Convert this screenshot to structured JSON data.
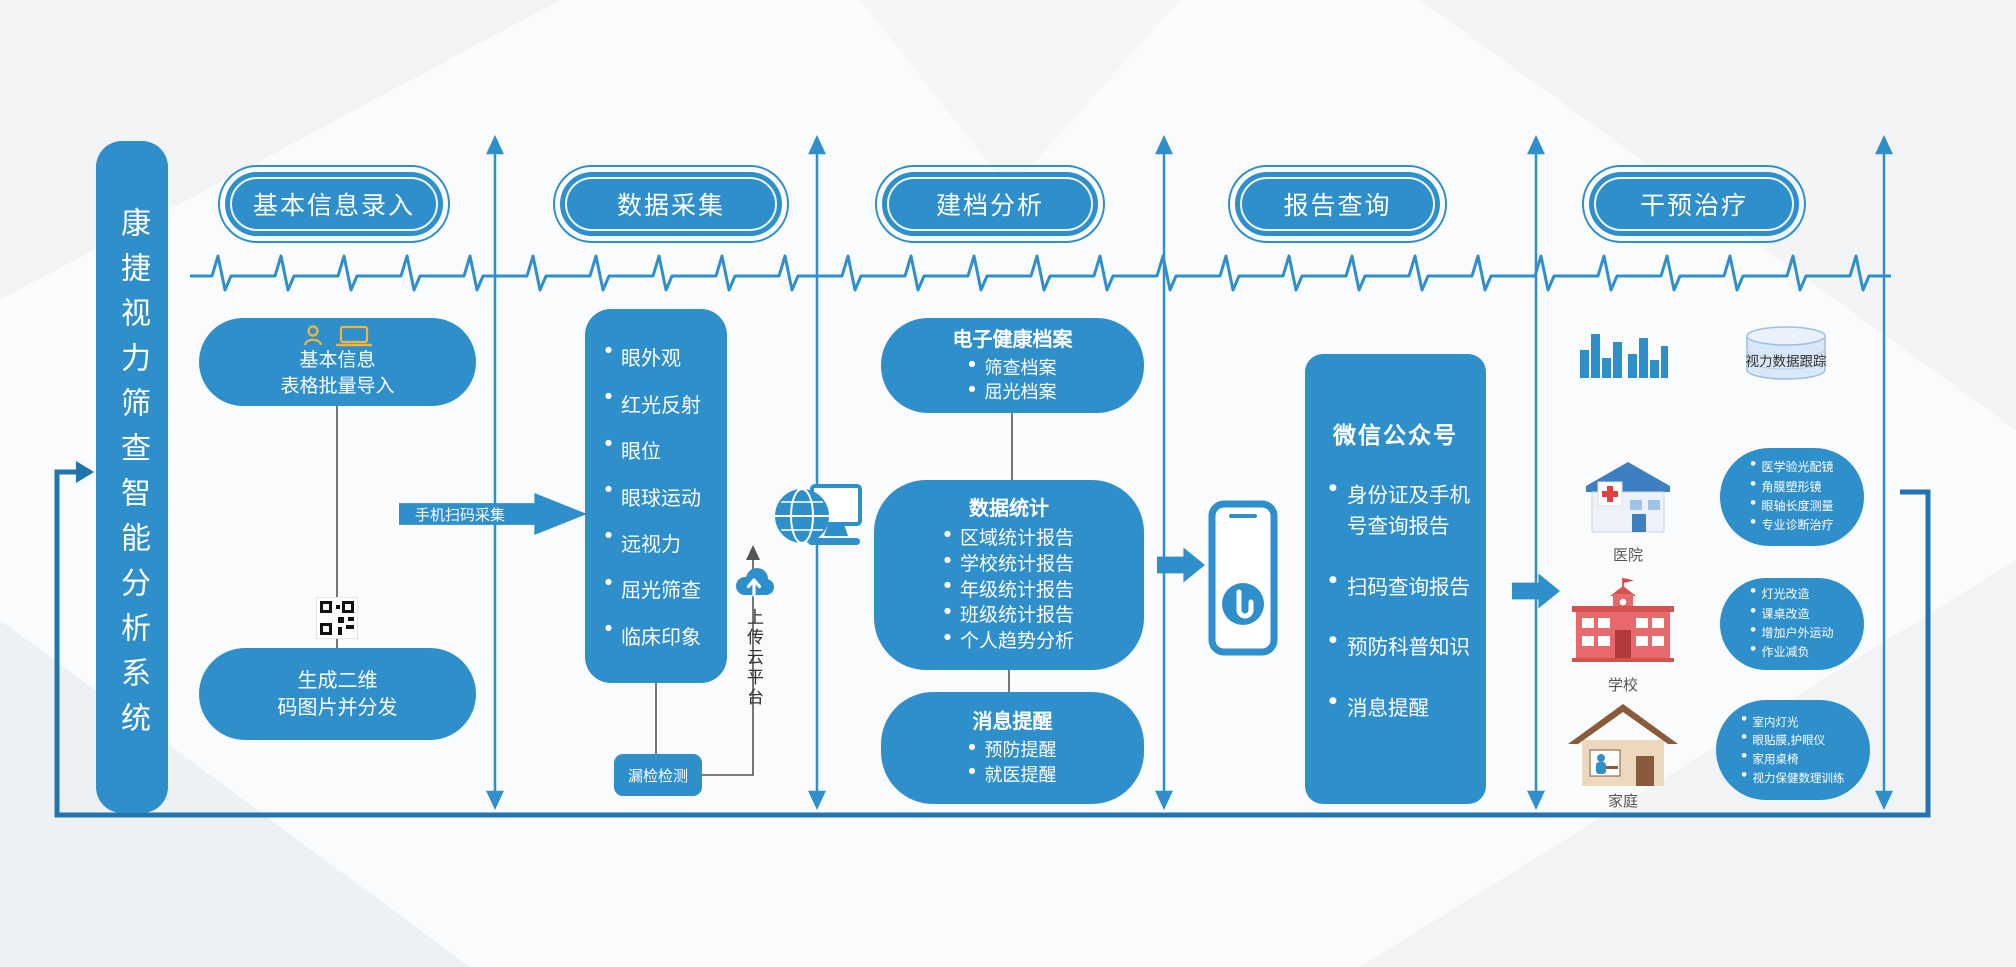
{
  "colors": {
    "primary": "#2E8FCB",
    "loop_line": "#2273AE",
    "accent_yellow": "#F2B53A",
    "hospital_red": "#E04040",
    "school_red": "#E8696B",
    "home_brown": "#8A5A3B"
  },
  "system_title": "康捷视力筛查智能分析系统",
  "headers": [
    "基本信息录入",
    "数据采集",
    "建档分析",
    "报告查询",
    "干预治疗"
  ],
  "col1": {
    "import_box": {
      "line1": "基本信息",
      "line2": "表格批量导入"
    },
    "qr_box": {
      "line1": "生成二维",
      "line2": "码图片并分发"
    }
  },
  "scan_arrow_label": "手机扫码采集",
  "col2": {
    "items": [
      "眼外观",
      "红光反射",
      "眼位",
      "眼球运动",
      "远视力",
      "屈光筛查",
      "临床印象"
    ],
    "recheck_label": "漏检检测",
    "upload_label": "上传云平台"
  },
  "col3": {
    "ehr": {
      "title": "电子健康档案",
      "items": [
        "筛查档案",
        "屈光档案"
      ]
    },
    "stats": {
      "title": "数据统计",
      "items": [
        "区域统计报告",
        "学校统计报告",
        "年级统计报告",
        "班级统计报告",
        "个人趋势分析"
      ]
    },
    "notify": {
      "title": "消息提醒",
      "items": [
        "预防提醒",
        "就医提醒"
      ]
    }
  },
  "col4": {
    "title": "微信公众号",
    "items": [
      "身份证及手机号查询报告",
      "扫码查询报告",
      "预防科普知识",
      "消息提醒"
    ]
  },
  "col5": {
    "tracking_label": "视力数据跟踪",
    "hospital": {
      "label": "医院",
      "items": [
        "医学验光配镜",
        "角膜塑形镜",
        "眼轴长度测量",
        "专业诊断治疗"
      ]
    },
    "school": {
      "label": "学校",
      "items": [
        "灯光改造",
        "课桌改造",
        "增加户外运动",
        "作业减负"
      ]
    },
    "family": {
      "label": "家庭",
      "items": [
        "室内灯光",
        "眼贴膜,护眼仪",
        "家用桌椅",
        "视力保健数理训练"
      ]
    }
  },
  "icon_names": [
    "user-icon",
    "laptop-icon",
    "qr-code-icon",
    "cloud-upload-icon",
    "globe-computer-icon",
    "phone-touch-icon",
    "bar-chart-icon",
    "database-icon",
    "hospital-icon",
    "school-icon",
    "home-icon"
  ]
}
